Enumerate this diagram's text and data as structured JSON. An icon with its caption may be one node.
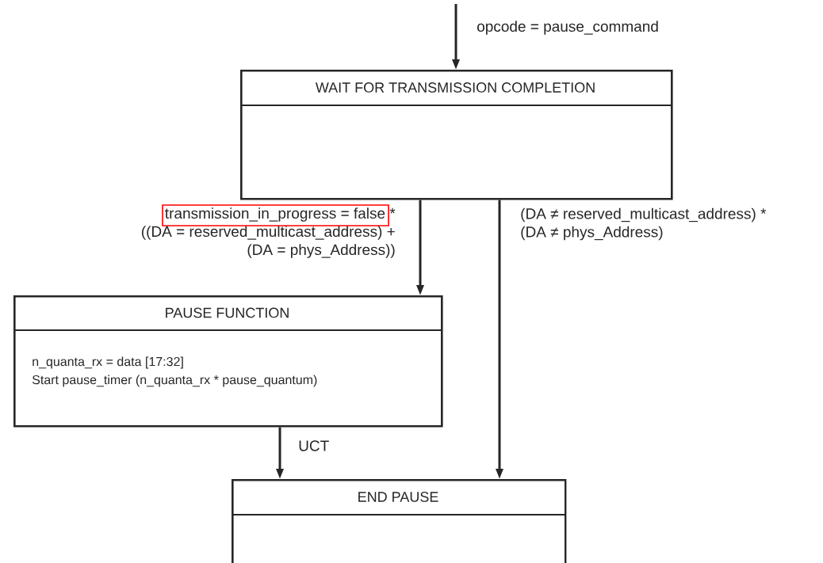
{
  "diagram": {
    "nodes": [
      {
        "text": [
          "WAIT FOR TRANSMISSION COMPLETION"
        ]
      },
      {
        "text": [
          "PAUSE FUNCTION",
          "n_quanta_rx = data [17:32]",
          "Start pause_timer (n_quanta_rx * pause_quantum)"
        ]
      },
      {
        "text": [
          "END PAUSE"
        ]
      }
    ],
    "edges": [
      {
        "from": null,
        "to": 0,
        "arrow": "to",
        "label": "opcode = pause_command"
      },
      {
        "from": 0,
        "to": 1,
        "arrow": "to",
        "label": "transmission_in_progress = false * ((DA = reserved_multicast_address) + (DA = phys_Address))"
      },
      {
        "from": 0,
        "to": 2,
        "arrow": "to",
        "label": "(DA ≠ reserved_multicast_address) * (DA ≠ phys_Address)"
      },
      {
        "from": 1,
        "to": 2,
        "arrow": "to",
        "label": "UCT"
      }
    ]
  }
}
